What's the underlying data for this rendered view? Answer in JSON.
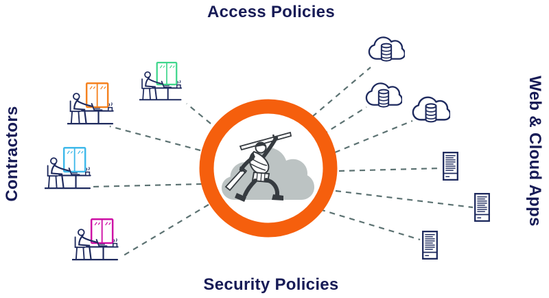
{
  "titles": {
    "top": "Access Policies",
    "bottom": "Security Policies",
    "left": "Contractors",
    "right": "Web & Cloud Apps"
  },
  "colors": {
    "navy_text": "#171B56",
    "icon_line": "#1E2A5E",
    "ring_orange": "#F55F0D",
    "dash_line": "#5C7272",
    "cloud_gray": "#BCC3C3",
    "warrior_ink": "#363B40"
  },
  "diagram": {
    "center_hub": {
      "icon": "warrior-in-cloud-icon",
      "shape": "orange ring around gray cloud with sword-swinging warrior"
    },
    "contractors": [
      {
        "name": "contractor-workstation-orange",
        "accent": "#F58220"
      },
      {
        "name": "contractor-workstation-green",
        "accent": "#3FD68C"
      },
      {
        "name": "contractor-workstation-blue",
        "accent": "#3FB9EA"
      },
      {
        "name": "contractor-workstation-magenta",
        "accent": "#CE0FA5"
      }
    ],
    "apps": [
      {
        "name": "cloud-database-icon-1",
        "type": "cloud-database"
      },
      {
        "name": "cloud-database-icon-2",
        "type": "cloud-database"
      },
      {
        "name": "cloud-database-icon-3",
        "type": "cloud-database"
      },
      {
        "name": "server-icon-1",
        "type": "server"
      },
      {
        "name": "server-icon-2",
        "type": "server"
      },
      {
        "name": "server-icon-3",
        "type": "server"
      }
    ],
    "connections": {
      "style": "dashed",
      "left_count": 4,
      "right_count": 6
    }
  }
}
